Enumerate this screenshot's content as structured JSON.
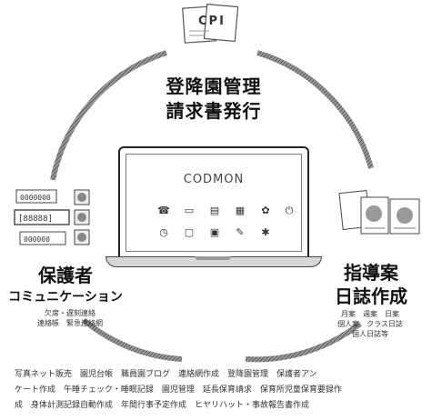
{
  "nodes": {
    "top": {
      "icon_text": "CPI",
      "title_line1": "登降園管理",
      "title_line2": "請求書発行"
    },
    "left": {
      "title_line1": "保護者",
      "title_line2": "コミュニケーション",
      "sub_line1": "欠席・遅刻連絡",
      "sub_line2": "連絡帳　緊急連絡網"
    },
    "right": {
      "title_line1": "指導案",
      "title_line2": "日誌作成",
      "sub_line1": "月案　週案　日案",
      "sub_line2": "個人案　クラス日誌",
      "sub_line3": "個人日誌等"
    }
  },
  "laptop": {
    "logo": "CODMON"
  },
  "features": {
    "line1": "写真ネット販売　園児台帳　職員園ブログ　連絡網作成　登降園管理　保護者アン",
    "line2": "ケート作成　午睡チェック・睡眠記録　園児管理　延長保育請求　保育所児童保育要録作",
    "line3": "成　身体計測記録自動作成　年間行事予定作成　ヒヤリハット・事故報告書作成"
  }
}
